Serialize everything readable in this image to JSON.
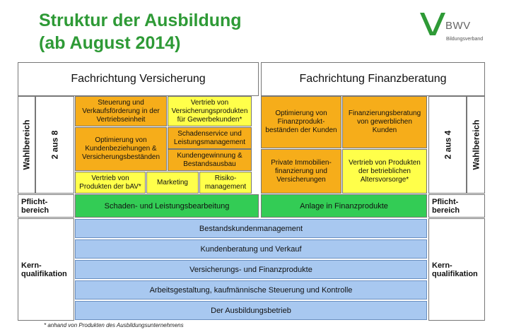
{
  "title": {
    "line1": "Struktur der Ausbildung",
    "line2": "(ab August 2014)"
  },
  "logo": {
    "brand": "BWV",
    "subtitle": "Bildungsverband",
    "colors": [
      "#2e9a36",
      "#666666"
    ]
  },
  "left": {
    "header": "Fachrichtung Versicherung",
    "wahlbereich_label": "Wahlbereich",
    "wahl_count": "2 aus 8",
    "modules": [
      {
        "text": "Steuerung und Verkaufsförderung in der Vertriebseinheit",
        "color": "#f6ad1a"
      },
      {
        "text": "Vertrieb von Versicherungsprodukten für Gewerbekunden*",
        "color": "#ffff4a"
      },
      {
        "text": "Optimierung von Kundenbeziehungen & Versicherungsbeständen",
        "color": "#f6ad1a"
      },
      {
        "text": "Schadenservice und Leistungsmanagement",
        "color": "#f6ad1a"
      },
      {
        "text": "Kundengewinnung & Bestandsausbau",
        "color": "#f6ad1a"
      },
      {
        "text": "Vertrieb von Produkten der bAV*",
        "color": "#ffff4a"
      },
      {
        "text": "Marketing",
        "color": "#ffff4a"
      },
      {
        "text": "Risiko-management",
        "color": "#ffff4a"
      }
    ],
    "pflicht_label": "Pflicht-bereich",
    "pflicht": "Schaden- und Leistungsbearbeitung",
    "kern_label": "Kern-qualifikation"
  },
  "right": {
    "header": "Fachrichtung Finanzberatung",
    "wahlbereich_label": "Wahlbereich",
    "wahl_count": "2 aus 4",
    "modules": [
      {
        "text": "Optimierung von Finanzprodukt-beständen der Kunden",
        "color": "#f6ad1a"
      },
      {
        "text": "Finanzierungsberatung von gewerblichen Kunden",
        "color": "#f6ad1a"
      },
      {
        "text": "Private Immobilien-finanzierung und Versicherungen",
        "color": "#f6ad1a"
      },
      {
        "text": "Vertrieb von Produkten der betrieblichen Altersvorsorge*",
        "color": "#ffff4a"
      }
    ],
    "pflicht_label": "Pflicht-bereich",
    "pflicht": "Anlage in Finanzprodukte",
    "kern_label": "Kern-qualifikation"
  },
  "kern": [
    "Bestandskundenmanagement",
    "Kundenberatung und Verkauf",
    "Versicherungs- und Finanzprodukte",
    "Arbeitsgestaltung, kaufmännische Steuerung und Kontrolle",
    "Der Ausbildungsbetrieb"
  ],
  "footnote": "* anhand von Produkten des Ausbildungsunternehmens"
}
